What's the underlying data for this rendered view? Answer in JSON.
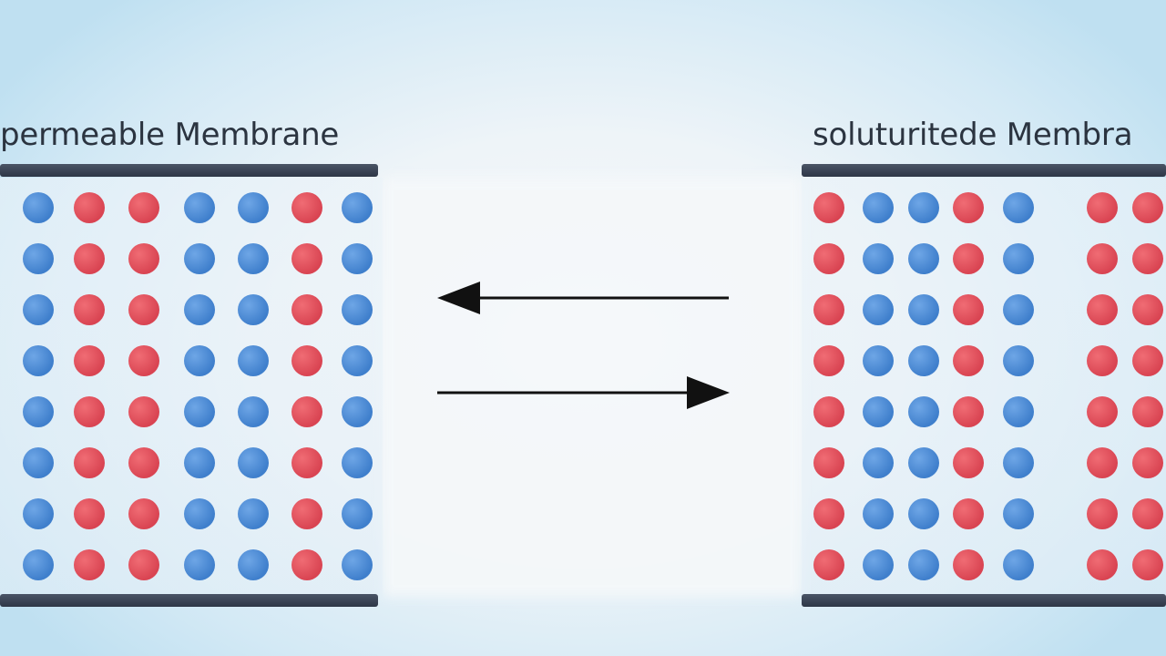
{
  "left_panel": {
    "label": "permeable Membrane",
    "columns": [
      "blue",
      "red",
      "red",
      "blue",
      "blue",
      "red",
      "blue"
    ],
    "rows": 8
  },
  "right_panel": {
    "label": "soluturitede Membra",
    "columns": [
      "red",
      "blue",
      "blue",
      "red",
      "blue",
      "red",
      "red"
    ],
    "rows": 8
  },
  "arrows": [
    {
      "direction": "left"
    },
    {
      "direction": "right"
    }
  ],
  "colors": {
    "particle_blue": "#4a8bd6",
    "particle_red": "#e0505c",
    "membrane_bar": "#3a4354",
    "arrow": "#111111"
  }
}
